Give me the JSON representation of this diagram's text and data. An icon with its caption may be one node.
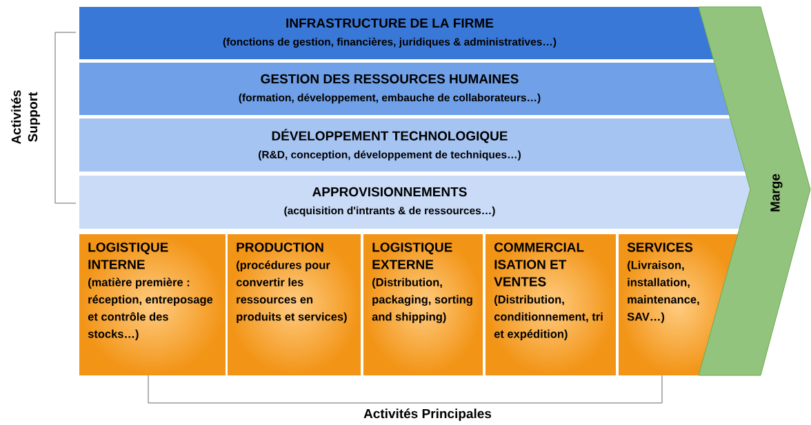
{
  "diagram": {
    "nodes": [
      {
        "text": [
          "INFRASTRUCTURE DE LA FIRME",
          "(fonctions de gestion, financières, juridiques & administratives…)"
        ]
      },
      {
        "text": [
          "GESTION DES RESSOURCES HUMAINES",
          "(formation, développement, embauche de collaborateurs…)"
        ]
      },
      {
        "text": [
          "DÉVELOPPEMENT TECHNOLOGIQUE",
          "(R&D, conception, développement de techniques…)"
        ]
      },
      {
        "text": [
          "APPROVISIONNEMENTS",
          "(acquisition d'intrants & de ressources…)"
        ]
      },
      {
        "text": [
          "LOGISTIQUE INTERNE",
          "(matière première : réception, entreposage et contrôle des stocks…)"
        ]
      },
      {
        "text": [
          "PRODUCTION",
          "(procédures pour convertir les ressources en produits et services)"
        ]
      },
      {
        "text": [
          "LOGISTIQUE EXTERNE",
          "(Distribution, packaging, sorting and shipping)"
        ]
      },
      {
        "text": [
          "COMMERCIAL ISATION ET VENTES",
          "(Distribution, conditionnement, tri et expédition)"
        ]
      },
      {
        "text": [
          "SERVICES",
          "(Livraison, installation, maintenance, SAV…)"
        ]
      },
      {
        "text": [
          "Marge"
        ]
      }
    ],
    "labels": [
      "Activités Support",
      "Activités Principales"
    ]
  }
}
